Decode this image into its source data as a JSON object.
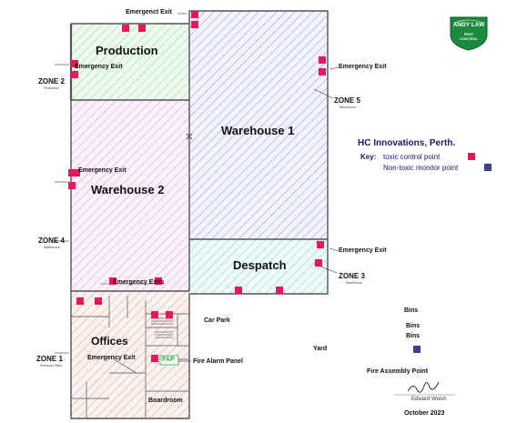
{
  "colors": {
    "toxic": "#e8175d",
    "non_toxic": "#3f3f8f",
    "hatch_production": "#8fd88f",
    "hatch_warehouse1": "#8c8cd8",
    "hatch_warehouse2": "#d89ad8",
    "hatch_despatch": "#7fd0d0",
    "hatch_offices": "#d8a08f",
    "wall": "#555555",
    "fire_panel": "#2ea84a",
    "logo_green": "#1c8a3c"
  },
  "logo": {
    "line1": "ANDY LAW",
    "line2": "PEST",
    "line3": "CONTROL"
  },
  "legend": {
    "title": "HC Innovations, Perth.",
    "key_label": "Key:",
    "toxic_label": "toxic control point",
    "non_toxic_label": "Non-toxic monitor point"
  },
  "rooms": {
    "production": "Production",
    "warehouse1": "Warehouse 1",
    "warehouse2": "Warehouse 2",
    "despatch": "Despatch",
    "offices": "Offices",
    "boardroom": "Boardroom"
  },
  "zones": [
    {
      "name": "ZONE 1",
      "sub": "Entrance/Office"
    },
    {
      "name": "ZONE 2",
      "sub": "Production"
    },
    {
      "name": "ZONE 3",
      "sub": "Warehouse"
    },
    {
      "name": "ZONE 4",
      "sub": "Warehouse"
    },
    {
      "name": "ZONE 5",
      "sub": "Warehouse"
    }
  ],
  "exits": {
    "top": "Emergenct Exit",
    "production": "Emergency Exit",
    "warehouse1": "Emergency Exit",
    "warehouse2": "Emergency Exit",
    "despatch": "Emergency Exit",
    "exits_plural": "Emergency Exits",
    "offices": "Emergency Exit"
  },
  "outside": {
    "car_park": "Car Park",
    "yard": "Yard",
    "fire_alarm_panel": "Fire Alarm Panel",
    "fap": "FAP",
    "fire_assembly": "Fire Assembly Point",
    "bins": [
      "Bins",
      "Bins",
      "Bins"
    ]
  },
  "signature": {
    "name": "Edward Welsh",
    "date": "October 2023"
  }
}
